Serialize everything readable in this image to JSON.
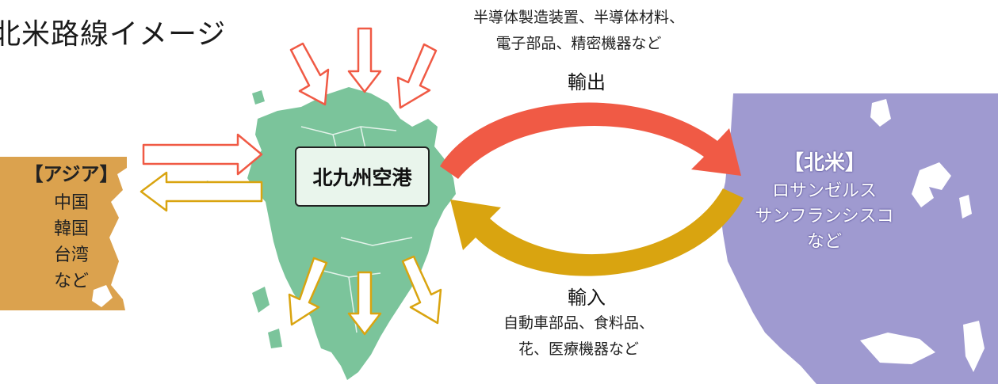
{
  "page_title": "北米路線イメージ",
  "export": {
    "label": "輸出",
    "goods_line1": "半導体製造装置、半導体材料、",
    "goods_line2": "電子部品、精密機器など"
  },
  "import": {
    "label": "輸入",
    "goods_line1": "自動車部品、食料品、",
    "goods_line2": "花、医療機器など"
  },
  "airport": {
    "label": "北九州空港"
  },
  "asia": {
    "title": "【アジア】",
    "items": [
      "中国",
      "韓国",
      "台湾",
      "など"
    ]
  },
  "north_america": {
    "title": "【北米】",
    "items": [
      "ロサンゼルス",
      "サンフランシスコ",
      "など"
    ]
  },
  "colors": {
    "export_arrow": "#f05a45",
    "import_arrow": "#d9a410",
    "kyushu_land": "#7bc49b",
    "asia_land": "#dba24e",
    "north_america_land": "#9f9ad0"
  }
}
